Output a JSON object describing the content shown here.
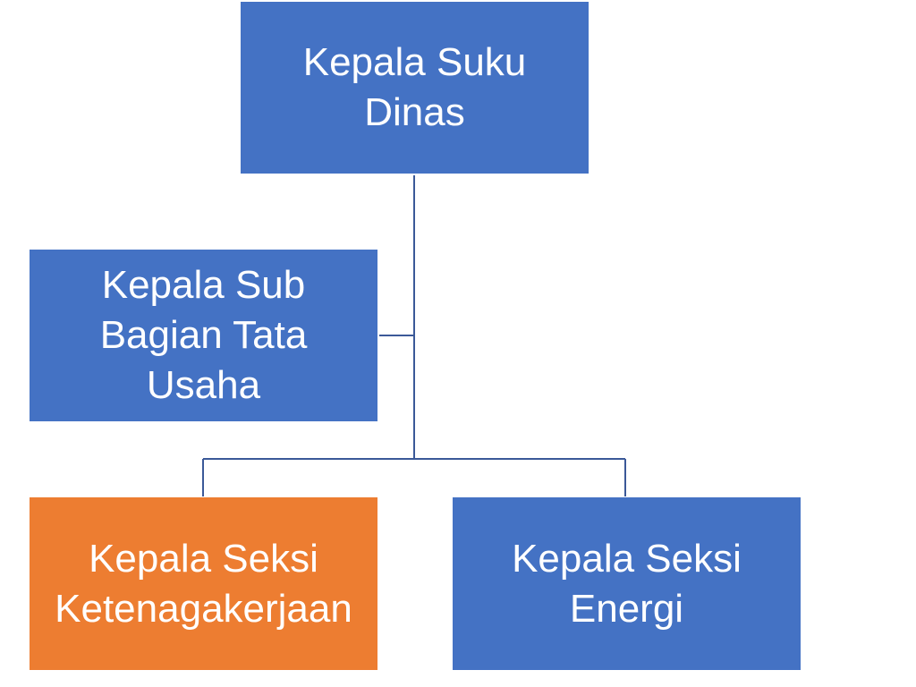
{
  "colors": {
    "node_default": "#4472c4",
    "node_highlight": "#ed7d31",
    "connector": "#3b5998"
  },
  "org_chart": {
    "head": {
      "label": "Kepala Suku\nDinas",
      "color": "#4472c4"
    },
    "assistant": {
      "label": "Kepala Sub\nBagian Tata\nUsaha",
      "color": "#4472c4"
    },
    "sections": [
      {
        "label": "Kepala Seksi\nKetenagakerjaan",
        "color": "#ed7d31"
      },
      {
        "label": "Kepala Seksi\nEnergi",
        "color": "#4472c4"
      }
    ]
  }
}
